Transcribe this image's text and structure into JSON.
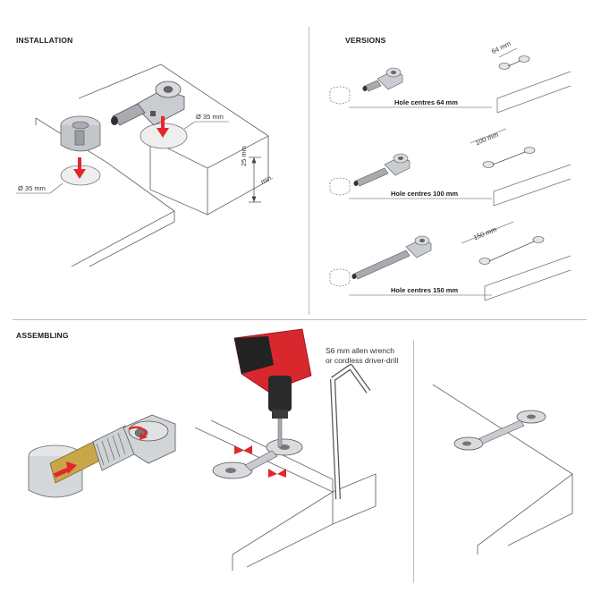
{
  "sections": {
    "installation": {
      "title": "INSTALLATION",
      "hole_diameter_right": "Ø 35 mm",
      "hole_diameter_left": "Ø 35 mm",
      "thickness_value": "25 mm",
      "thickness_qualifier": "min."
    },
    "versions": {
      "title": "VERSIONS",
      "items": [
        {
          "caption": "Hole centres 64 mm",
          "dimension": "64 mm"
        },
        {
          "caption": "Hole centres 100 mm",
          "dimension": "100 mm"
        },
        {
          "caption": "Hole centres 150 mm",
          "dimension": "150 mm"
        }
      ]
    },
    "assembling": {
      "title": "ASSEMBLING",
      "tool_line_1": "S6 mm allen wrench",
      "tool_line_2": "or cordless driver-drill"
    }
  },
  "colors": {
    "arrow_red": "#e3262c",
    "metal_grey": "#b9bcc0",
    "drill_red": "#d9272e",
    "drill_dark": "#222222",
    "brass": "#c9a64a",
    "line": "#555555"
  }
}
